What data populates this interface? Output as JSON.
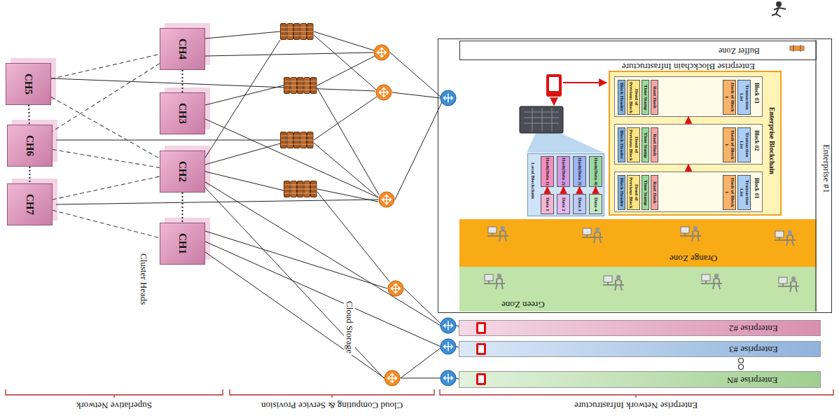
{
  "diagram": {
    "nodes": [
      {
        "text": [
          "CH5"
        ]
      },
      {
        "text": [
          "CH4"
        ]
      },
      {
        "text": [
          "CH3"
        ]
      },
      {
        "text": [
          "CH6"
        ]
      },
      {
        "text": [
          "CH2"
        ]
      },
      {
        "text": [
          "CH7"
        ]
      },
      {
        "text": [
          "CH1"
        ]
      },
      {
        "text": [
          "Enterprise Blockchain Infrastructure",
          "Enterprise #1"
        ]
      },
      {
        "text": [
          "Buffer Zone"
        ],
        "in": 7
      },
      {
        "text": [
          "Local Blockchain"
        ],
        "in": 7
      },
      {
        "text": [
          "Hash(Data 1)"
        ],
        "in": 9
      },
      {
        "text": [
          "Data 1"
        ],
        "in": 9
      },
      {
        "text": [
          "Hash(Data 2)"
        ],
        "in": 9
      },
      {
        "text": [
          "Data 2"
        ],
        "in": 9
      },
      {
        "text": [
          "Hash(Data 3)"
        ],
        "in": 9
      },
      {
        "text": [
          "Data 3"
        ],
        "in": 9
      },
      {
        "text": [
          "Hash(Data 4)"
        ],
        "in": 9
      },
      {
        "text": [
          "Data 4"
        ],
        "in": 9
      },
      {
        "text": [
          "Enterprise Blockchain"
        ],
        "in": 7
      },
      {
        "text": [
          "Block #3"
        ],
        "in": 18
      },
      {
        "text": [
          "Block Header"
        ],
        "in": 19
      },
      {
        "text": [
          "Head of Previous Block"
        ],
        "in": 19
      },
      {
        "text": [
          "Time Stamp"
        ],
        "in": 19
      },
      {
        "text": [
          "Root Hash"
        ],
        "in": 19
      },
      {
        "text": [
          "Hash of Block 1"
        ],
        "in": 19
      },
      {
        "text": [
          "Transaction List"
        ],
        "in": 19
      },
      {
        "text": [
          "Block #2"
        ],
        "in": 18
      },
      {
        "text": [
          "Block Header"
        ],
        "in": 26
      },
      {
        "text": [
          "Head of Previous Block"
        ],
        "in": 26
      },
      {
        "text": [
          "Time Stamp"
        ],
        "in": 26
      },
      {
        "text": [
          "Root Hash"
        ],
        "in": 26
      },
      {
        "text": [
          "Hash of Block 1"
        ],
        "in": 26
      },
      {
        "text": [
          "Transaction List"
        ],
        "in": 26
      },
      {
        "text": [
          "Block #1"
        ],
        "in": 18
      },
      {
        "text": [
          "Block Header"
        ],
        "in": 33
      },
      {
        "text": [
          "Head of Previous Block"
        ],
        "in": 33
      },
      {
        "text": [
          "Time Stamp"
        ],
        "in": 33
      },
      {
        "text": [
          "Root Hash"
        ],
        "in": 33
      },
      {
        "text": [
          "Hash of Block 1"
        ],
        "in": 33
      },
      {
        "text": [
          "Transaction List"
        ],
        "in": 33
      },
      {
        "text": [
          "Orange Zone"
        ],
        "in": 7
      },
      {
        "text": [
          "Green Zone"
        ],
        "in": 7
      },
      {
        "text": [
          "Enterprise #2"
        ]
      },
      {
        "text": [
          "Enterprise #3"
        ]
      },
      {
        "text": [
          "Enterprise #N"
        ]
      }
    ],
    "edges": [
      {
        "from": 0,
        "to": 1,
        "arrow": "none"
      },
      {
        "from": 0,
        "to": 4,
        "arrow": "none"
      },
      {
        "from": 1,
        "to": 3,
        "arrow": "none"
      },
      {
        "from": 3,
        "to": 4,
        "arrow": "none"
      },
      {
        "from": 5,
        "to": 4,
        "arrow": "none"
      },
      {
        "from": 5,
        "to": 6,
        "arrow": "none"
      },
      {
        "from": 0,
        "to": 3,
        "arrow": "none"
      },
      {
        "from": 3,
        "to": 5,
        "arrow": "none"
      },
      {
        "from": 1,
        "to": 2,
        "arrow": "none"
      },
      {
        "from": 4,
        "to": 6,
        "arrow": "none"
      },
      {
        "from": 11,
        "to": 10,
        "arrow": "to"
      },
      {
        "from": 13,
        "to": 12,
        "arrow": "to"
      },
      {
        "from": 15,
        "to": 14,
        "arrow": "to"
      },
      {
        "from": 17,
        "to": 16,
        "arrow": "to"
      },
      {
        "from": 33,
        "to": 26,
        "arrow": "to"
      },
      {
        "from": 26,
        "to": 19,
        "arrow": "to"
      }
    ],
    "labels": [
      "Cluster Heads",
      "Cloud Storage",
      "Superlative Network",
      "Cloud Computing & Service Provision",
      "Enterprise Network Infrastructure"
    ]
  }
}
